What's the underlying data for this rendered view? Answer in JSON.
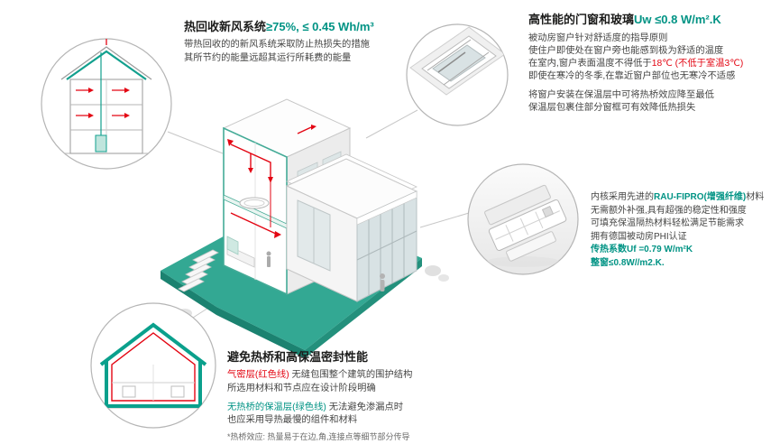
{
  "colors": {
    "teal": "#009384",
    "red": "#e30613",
    "ground_teal": "#33a893"
  },
  "blocks": {
    "ventilation": {
      "title_main": "热回收新风系统",
      "title_value": "≥75%, ≤ 0.45 Wh/m³",
      "l1": "带热回收的的新风系统采取防止热损失的措施",
      "l2": "其所节约的能量远超其运行所耗费的能量"
    },
    "window_glass": {
      "title_main": "高性能的门窗和玻璃",
      "title_value": "Uw ≤0.8 W/m².K",
      "p1_l1": "被动房窗户针对舒适度的指导原则",
      "p1_l2": "使住户即使处在窗户旁也能感到极为舒适的温度",
      "p1_l3a": "在室内,窗户表面温度不得低于",
      "p1_l3b": "18℃ (不低于室温3℃)",
      "p1_l4": "即使在寒冷的冬季,在靠近窗户部位也无寒冷不适感",
      "p2_l1": "将窗户安装在保温层中可将热桥效应降至最低",
      "p2_l2": "保温层包裹住部分窗框可有效降低热损失"
    },
    "profile": {
      "l1a": "内核采用先进的",
      "l1b": "RAU-FIPRO(增强纤维)",
      "l1c": "材料",
      "l2": "无需额外补强,具有超强的稳定性和强度",
      "l3": "可填充保温隔热材料轻松满足节能需求",
      "l4": "拥有德国被动房PHI认证",
      "l5": "传热系数Uf =0.79 W/m²K",
      "l6": "整窗≤0.8W//m2.K."
    },
    "thermal": {
      "title": "避免热桥和高保温密封性能",
      "p1_lead": "气密层(红色线)",
      "p1_rest": " 无缝包围整个建筑的围护结构",
      "p1_l2": "所选用材料和节点应在设计阶段明确",
      "p2_lead": "无热桥的保温层(绿色线)",
      "p2_rest": " 无法避免渗漏点时",
      "p2_l2": "也应采用导热最慢的组件和材料",
      "footnote": "*热桥效应: 热量易于在边,角,连接点等细节部分传导"
    }
  }
}
